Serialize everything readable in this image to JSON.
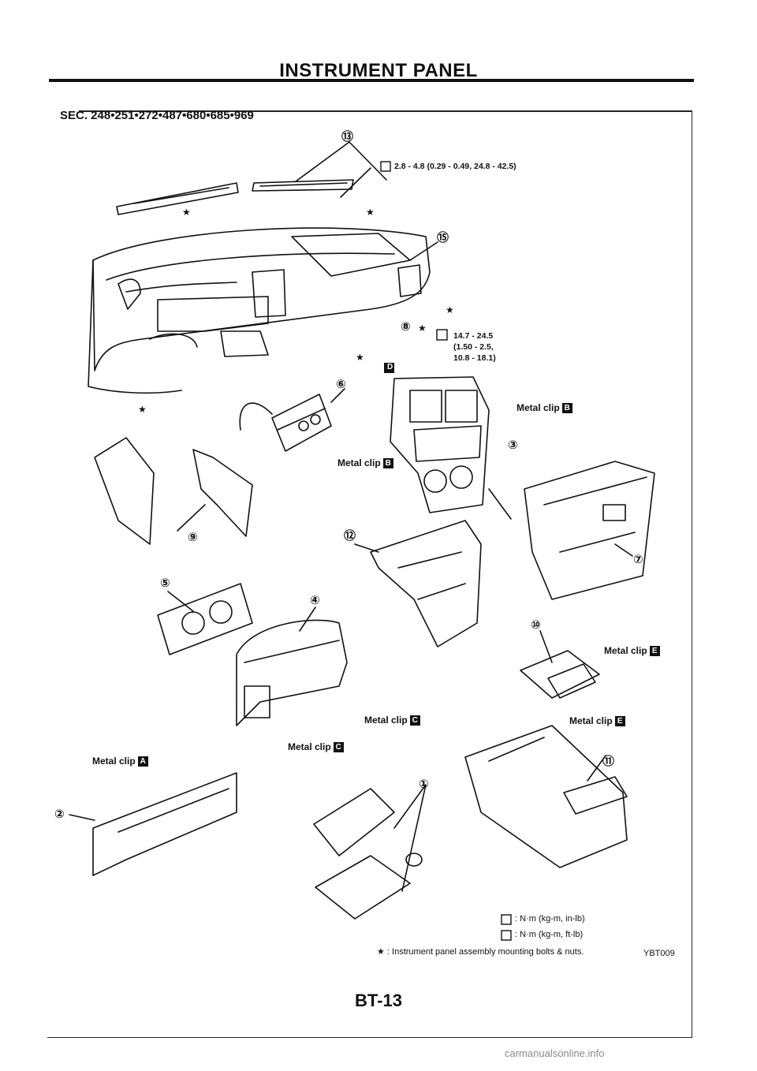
{
  "header": {
    "title": "INSTRUMENT PANEL"
  },
  "section": {
    "text": "SEC. 248•251•272•487•680•685•969"
  },
  "torque": {
    "top": "2.8 - 4.8 (0.29 - 0.49, 24.8 - 42.5)",
    "mid_1": "14.7 - 24.5",
    "mid_2": "(1.50 - 2.5,",
    "mid_3": "10.8 - 18.1)"
  },
  "callouts": [
    "①",
    "②",
    "③",
    "④",
    "⑤",
    "⑥",
    "⑦",
    "⑧",
    "⑨",
    "⑩",
    "⑪",
    "⑫",
    "⑬",
    "⑮"
  ],
  "star": "★",
  "clips": {
    "label": "Metal clip",
    "A": "A",
    "B": "B",
    "C": "C",
    "D": "D",
    "E": "E"
  },
  "legend": {
    "nm_inlb": ": N·m (kg-m, in-lb)",
    "nm_ftlb": ": N·m (kg-m, ft-lb)",
    "bolts": "★ : Instrument panel assembly mounting bolts & nuts."
  },
  "ref_code": "YBT009",
  "page_number": "BT-13",
  "watermark": "carmanualsonline.info"
}
